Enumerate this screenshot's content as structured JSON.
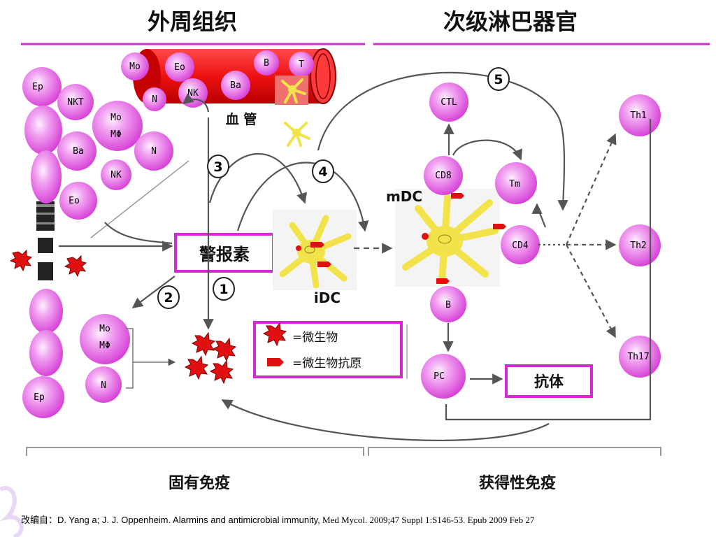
{
  "headers": {
    "peripheral": "外周组织",
    "lymphoid": "次级淋巴器官",
    "innate": "固有免疫",
    "adaptive": "获得性免疫"
  },
  "labels": {
    "blood_vessel": "血 管",
    "alarmin": "警报素",
    "idc": "iDC",
    "mdc": "mDC",
    "antibody": "抗体",
    "legend_microbe": "=微生物",
    "legend_antigen": "=微生物抗原"
  },
  "steps": [
    "1",
    "2",
    "3",
    "4",
    "5"
  ],
  "cells": {
    "epithelium_top": "Ep",
    "epithelium_bottom": "Ep",
    "nkt": "NKT",
    "mo_top": "Mo",
    "mphi_top": "MΦ",
    "ba_tissue": "Ba",
    "n_tissue": "N",
    "nk_tissue": "NK",
    "eo_tissue": "Eo",
    "mo_bottom": "Mo",
    "mphi_bottom": "MΦ",
    "n_bottom": "N",
    "vessel_mo": "Mo",
    "vessel_eo": "Eo",
    "vessel_b": "B",
    "vessel_t": "T",
    "vessel_ba": "Ba",
    "vessel_nk": "NK",
    "vessel_n": "N",
    "ctl": "CTL",
    "cd8": "CD8",
    "tm": "Tm",
    "cd4": "CD4",
    "b_cell": "B",
    "pc": "PC",
    "th1": "Th1",
    "th2": "Th2",
    "th17": "Th17"
  },
  "citation": {
    "prefix": "改编自：",
    "authors_title": "D. Yang a; J. J. Oppenheim. Alarmins and antimicrobial immunity,",
    "journal": " Med Mycol. 2009;47 Suppl 1:S146-53. Epub 2009 Feb 27"
  },
  "colors": {
    "cell_fill": "#e05ce0",
    "cell_highlight": "#fbe6fb",
    "vessel_red": "#ee1111",
    "magenta_line": "#d42ad4",
    "dc_yellow": "#f3e34a",
    "microbe_red": "#e01010"
  }
}
